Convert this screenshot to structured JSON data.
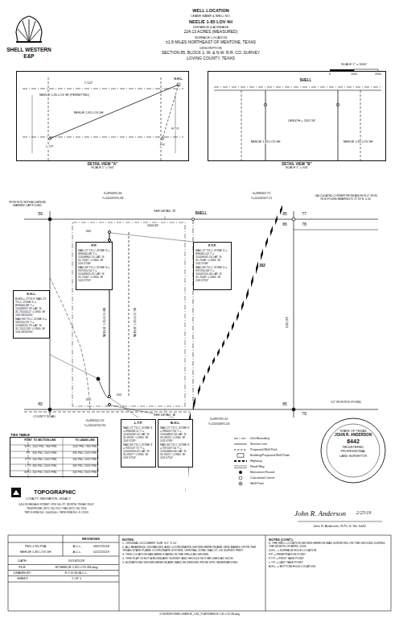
{
  "diagram": {
    "title": "WELL LOCATION",
    "nodes": [
      {
        "text": [
          "DETAIL VIEW \"A\"",
          "SCALE 1\" = 500'"
        ]
      },
      {
        "text": [
          "DETAIL VIEW \"B\"",
          "SCALE 1\" = 500'"
        ]
      },
      {
        "text": [
          "S.H.L.",
          "ELEV.= 2774.9' NAD 27 TX-C ZONE X = 894060.88 Y = 11008097.59 LAT. N 31.7010512° LONG. W 103.5813245°",
          "NAD 83 TX-C ZONE X = 935250.59 Y = 11008155.79 LAT. N 31.7011745° LONG. W 103.5818190°"
        ]
      },
      {
        "text": [
          "P.P.",
          "NAD 27 TX-C ZONE X = 896060.88 Y = 11008862.15 LAT. N 31.7031° LONG. W 103.5748°",
          "NAD 83 TX-C ZONE X = 937250.54 Y = 11008920.31 LAT. N 31.7032° LONG. W 103.5753°"
        ]
      },
      {
        "text": [
          "F.T.P.",
          "NAD 27 TX-C ZONE X = 896061.02 Y = 11009092.14 LAT. N 31.7038° LONG. W 103.5748°",
          "NAD 83 TX-C ZONE X = 937250.68 Y = 11009150.30 LAT. N 31.7039° LONG. W 103.5753°"
        ]
      },
      {
        "text": [
          "L.T.P.",
          "NAD 27 TX-C ZONE X = 896058.11 Y = 11005032.52 LAT. N 31.6926° LONG. W 103.5749°",
          "NAD 83 TX-C ZONE X = 937247.71 Y = 11005090.65 LAT. N 31.6927° LONG. W 103.5754°"
        ]
      },
      {
        "text": [
          "B.H.L.",
          "NAD 27 TX-C ZONE X = 896057.94 Y = 11004802.53 LAT. N 31.6920° LONG. W 103.5749°",
          "NAD 83 TX-C ZONE X = 937247.54 Y = 11004860.66 LAT. N 31.6921° LONG. W 103.5754°"
        ]
      },
      {
        "text": [
          "TIES TABLE"
        ]
      },
      {
        "text": [
          "STATE OF TEXAS",
          "JOHN R. ANDERSON",
          "6442",
          "REGISTERED",
          "PROFESSIONAL",
          "LAND SURVEYOR"
        ]
      },
      {
        "text": [
          "NOTES:",
          "1. ORIGINAL DOCUMENT SIZE: 8.5\" X 14\".",
          "2. ALL BEARINGS, DISTANCES, AND COORDINATES SHOWN HEREON ARE GRID BASED UPON THE TEXAS STATE PLANE COORDINATE SYSTEM, CENTRAL ZONE, NAD 27, US SURVEY FEET.",
          "3. THIS LOCATION HAS BEEN STAKED IN THE FIELD AS SHOWN.",
          "4. THIS PLAT IS NOT A BOUNDARY SURVEY AND SHOULD NOT BE USED AS SUCH.",
          "5. ELEVATIONS SHOWN HEREON ARE NAVD 88 DERIVED FROM GPS OBSERVATIONS."
        ]
      },
      {
        "text": [
          "NOTES (CONT.):",
          "6. THE WELL LOCATION SHOWN HEREON WAS SURVEYED ON THE GROUND DURING THE MONTH OF APRIL 2018.",
          "S.H.L. = SURFACE HOLE LOCATION",
          "P.P. = PENETRATION POINT",
          "F.T.P. = FIRST TAKE POINT",
          "L.T.P. = LAST TAKE POINT",
          "B.H.L. = BOTTOM HOLE LOCATION"
        ]
      }
    ],
    "labels": [
      "LEASE NAME & WELL NO.",
      "NEELIE 1-85 LOV 4H",
      "DISTANCE & ACREAGE",
      "224.13 ACRES (MEASURED)",
      "SURFACE LOCATION",
      "±1.8 MILES NORTHEAST OF MENTONE, TEXAS",
      "DESCRIPTION",
      "SECTION 85, BLOCK 1, W. & N.W. R.R. CO. SURVEY",
      "LOVING COUNTY, TEXAS",
      "SHELL WESTERN",
      "E&P",
      "SCALE 1\" = 1000'",
      "0",
      "1000",
      "2000",
      "7,122'",
      "S.H.L.",
      "NEELIE 1-85 LOV 3H (PERMITTED)",
      "NEELIE 1-85 LOV 4H",
      "L.T.P.",
      "P.P.",
      "F.T.P.",
      "SHELL",
      "NEELIE 1-85 LOV 4H",
      "LENGTH = 1957.58'",
      "NEELIE 1-85 LOV 3H",
      "X=893690.36",
      "Y=11009191.08",
      "X=898402.72",
      "Y=11009207.21",
      "59",
      "85",
      "77",
      "86",
      "78",
      "80",
      "85",
      "79",
      "SHELL",
      "SEE DETAIL \"B\"",
      "SEE DETAIL \"A\"",
      "302",
      "COUNTY ROAD",
      "IRON ROD WITH ALUMINUM MARKER CAP FOUND",
      "CALCULATED CORNER FROM ANCHOR 4\" IRON ROD FOUND BEARING S 72°18' E, 0.50'",
      "1/2\" IRON ROD FOUND",
      "X=896502.59",
      "Y=11004702.90",
      "X=899781.02",
      "Y=11004691.04",
      "2000.86'",
      "5281.88'",
      "330'",
      "330'",
      "100'",
      "NEELIE 1-85 LOV 4H",
      "NEELIE 1-85 LOV 3H",
      "TOPOGRAPHIC",
      "LOYALTY. INNOVATION. LEGACY",
      "5410 ROSEDALE STREET, STE 100, FT. WORTH, TEXAS 76107",
      "TELEPHONE: (817) 744-7512 • FAX (817) 744-7554",
      "TBPLS FIRM NO. 10045100 • TBPE FIRM NO. F-17093",
      "John R. Anderson",
      "2/25/19",
      "John R. Anderson, R.P.L.S. No. 6442",
      "PMJ-1-85-P3A",
      "NEELIE 1-85 LOV 4H",
      "A.C.L.",
      "08/07/2018",
      "A.C.L.",
      "02/22/2019",
      "DATE:",
      "05/18/2018",
      "FILE:",
      "W:\\NEELIE 1-85 LOV 4H.dwg",
      "DRAWN BY:",
      "R.T./D.M./A.C.L.",
      "SHEET:",
      "1 OF 1",
      "G:\\SURVEY\\SHELL\\NEELIE_1-85\\_PLATS\\NEELIE 1-85 LOV 4H.dwg",
      "POINT",
      "TO SECTION LINE",
      "TO LEASE LINE",
      "S.H.L.",
      "1102' FNL / 300' FWL",
      "1102' FNL / 300' FWL",
      "P.P.",
      "330' FNL / 2015' FWL",
      "330' FNL / 2015' FWL",
      "F.T.P.",
      "100' FNL / 2015' FWL",
      "100' FNL / 2015' FWL",
      "L.T.P.",
      "330' FSL / 2015' FWL",
      "330' FSL / 2015' FWL",
      "B.H.L.",
      "100' FSL / 2015' FWL",
      "100' FSL / 2015' FWL",
      "REVISIONS"
    ],
    "legend": [
      {
        "text": "Unit Boundary"
      },
      {
        "text": "Section Line"
      },
      {
        "text": "Proposed Well Path"
      },
      {
        "text": "Building/Proposed Well Pads"
      },
      {
        "text": "Highway"
      },
      {
        "text": "Road Way"
      },
      {
        "text": "Monument Found"
      },
      {
        "text": "Calculated Corner"
      },
      {
        "text": "Well Point"
      }
    ]
  }
}
